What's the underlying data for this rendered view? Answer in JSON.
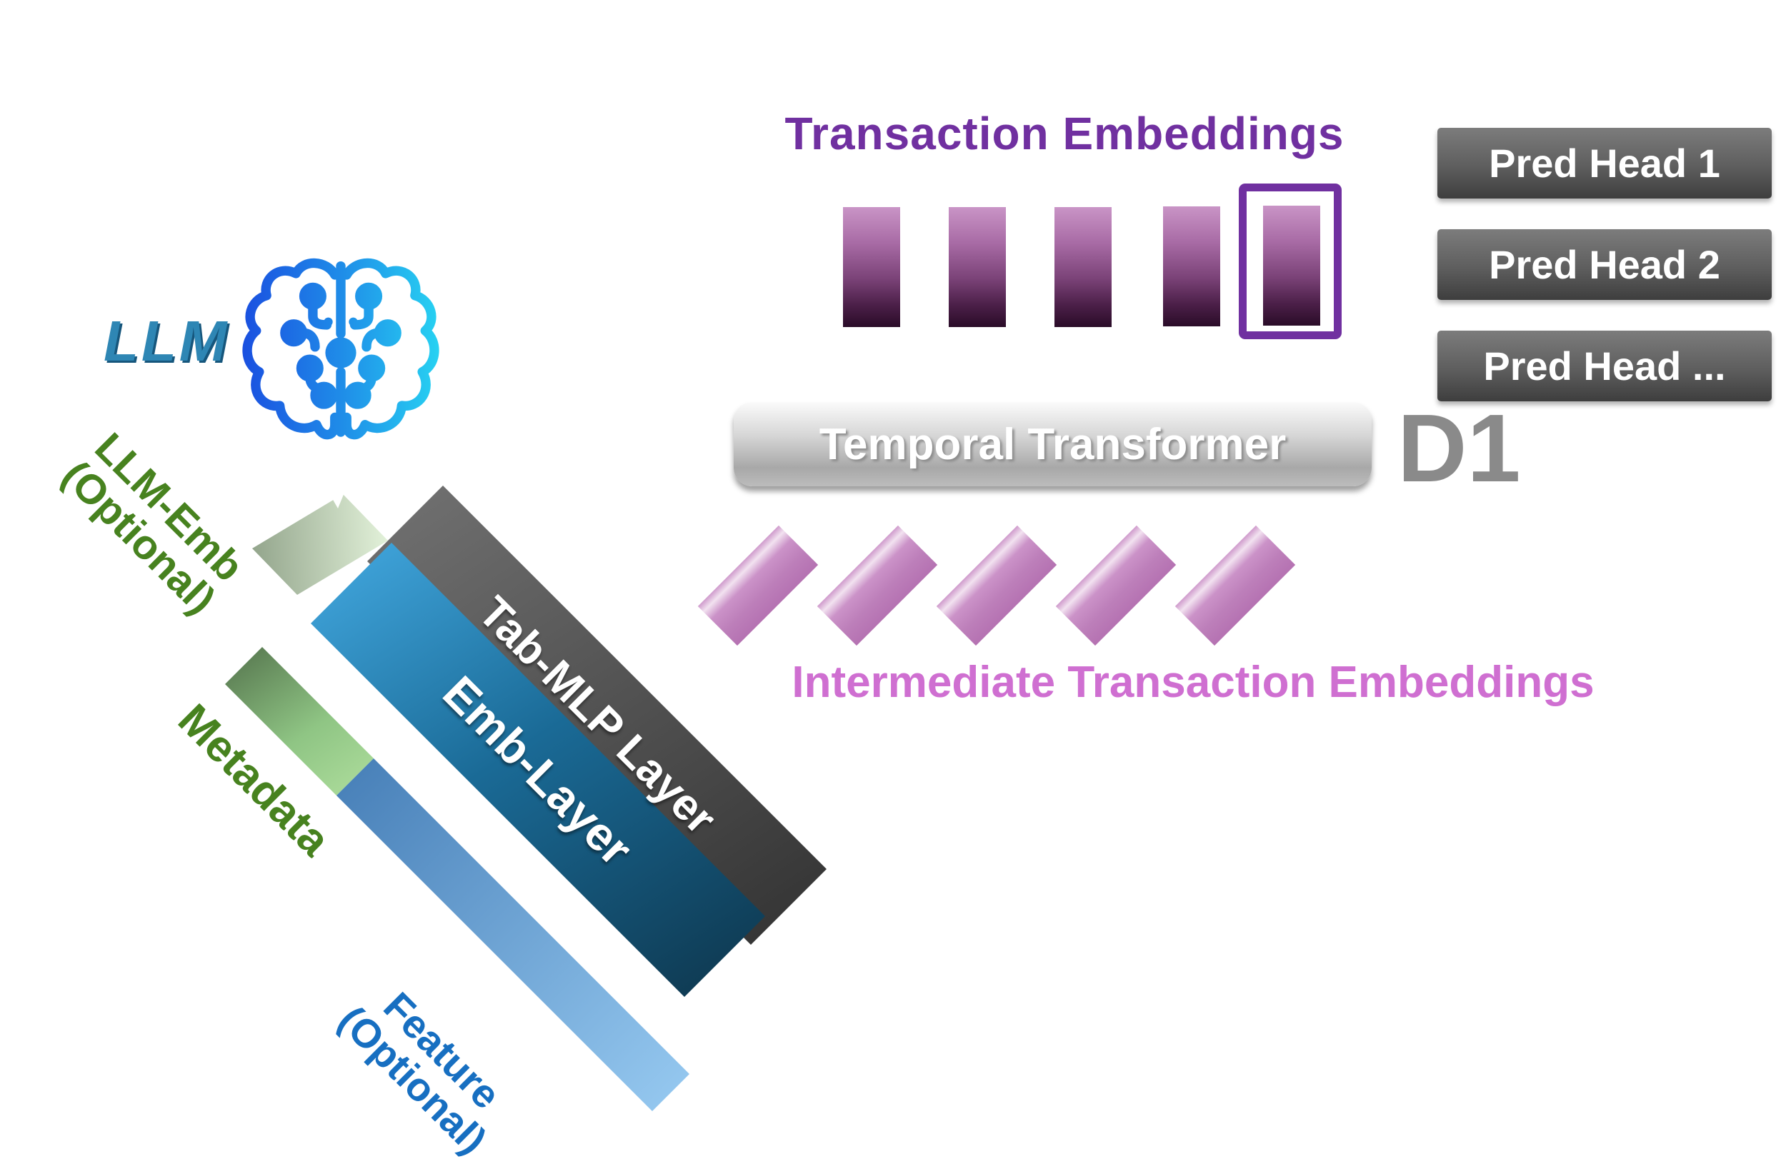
{
  "diagram": {
    "title": "Transaction Embeddings",
    "intermediate_title": "Intermediate Transaction Embeddings",
    "llm_label": "LLM",
    "d1_label": "D1",
    "temporal_transformer_label": "Temporal Transformer",
    "pred_heads": [
      {
        "label": "Pred Head 1"
      },
      {
        "label": "Pred Head 2"
      },
      {
        "label": "Pred Head ..."
      }
    ],
    "layers": {
      "tab_mlp": "Tab-MLP Layer",
      "emb_layer": "Emb-Layer"
    },
    "inputs": {
      "llm_emb": {
        "line1": "LLM-Emb",
        "line2": "(Optional)"
      },
      "metadata": {
        "line1": "Metadata"
      },
      "feature": {
        "line1": "Feature",
        "line2": "(Optional)"
      }
    },
    "embedding_tokens": {
      "count": 5,
      "highlighted_index": 5
    },
    "intermediate_tokens": {
      "count": 5
    },
    "colors": {
      "title_purple": "#7030a0",
      "highlight_border_purple": "#7030a0",
      "intermediate_pink": "#cf6fd1",
      "metadata_green_text": "#47821f",
      "feature_blue_text": "#176fc1",
      "llm_blue_text": "#2e86b4",
      "d1_gray": "#8a8a8a",
      "pred_head_gray": "#5e5e5e",
      "emb_layer_blue": "#1a6a96",
      "tab_mlp_gray": "#4a4a4a",
      "token_gradient_top": "#c994c6",
      "token_gradient_bottom": "#2a0c28",
      "diamond_orchid": "#bd7fba"
    }
  }
}
